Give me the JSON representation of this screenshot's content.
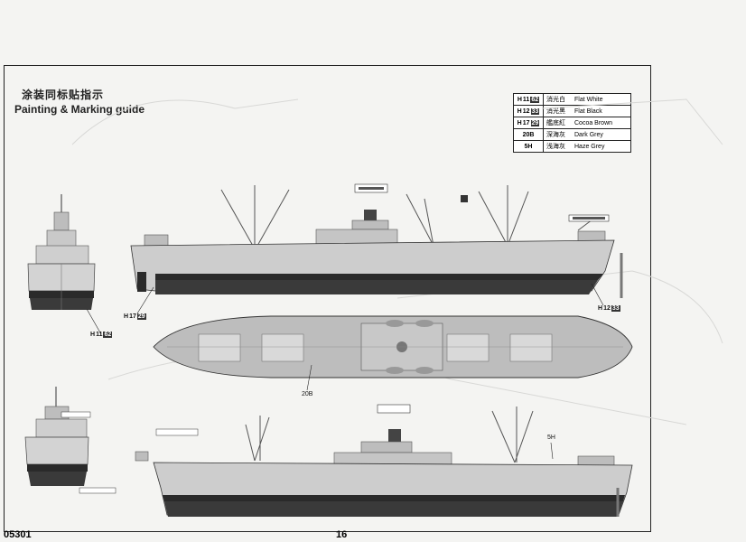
{
  "header": {
    "title_cn": "涂装同标贴指示",
    "title_en": "Painting & Marking guide"
  },
  "legend": [
    {
      "h": "H",
      "n": "11",
      "b": "62",
      "cn": "消光白",
      "en": "Flat  White"
    },
    {
      "h": "H",
      "n": "12",
      "b": "33",
      "cn": "消光黑",
      "en": "Flat  Black"
    },
    {
      "h": "H",
      "n": "17",
      "b": "29",
      "cn": "艦底紅",
      "en": "Cocoa  Brown"
    },
    {
      "h": "",
      "n": "20B",
      "b": "",
      "cn": "深海灰",
      "en": "Dark  Grey"
    },
    {
      "h": "",
      "n": "5H",
      "b": "",
      "cn": "浅海灰",
      "en": "Haze  Grey"
    }
  ],
  "callouts": {
    "c1": {
      "h": "H",
      "n": "17",
      "b": "29"
    },
    "c2": {
      "h": "H",
      "n": "11",
      "b": "62"
    },
    "c3": {
      "h": "H",
      "n": "12",
      "b": "33"
    },
    "c4": "20B",
    "c5": "5H"
  },
  "colors": {
    "hull_grey": "#c9c9c9",
    "boot_black": "#2a2a2a",
    "deck_grey": "#bdbdbd"
  },
  "footer": {
    "code": "05301",
    "page": "16"
  }
}
